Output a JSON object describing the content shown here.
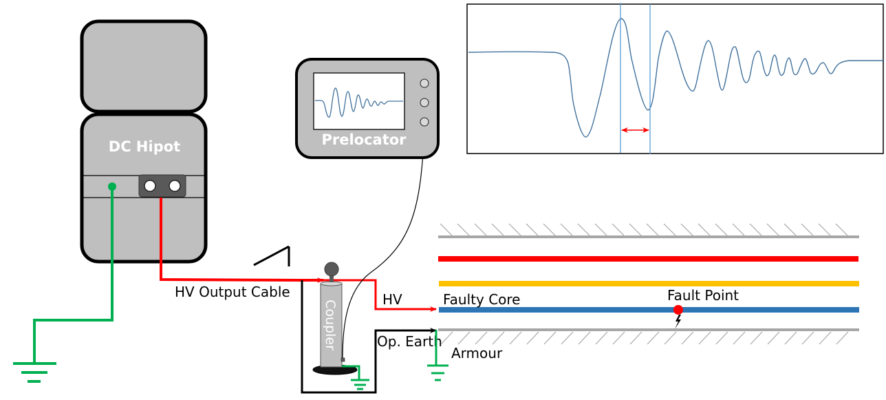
{
  "diagram": {
    "title": "DC Hipot fault prelocation setup (impulse current method)",
    "devices": {
      "hipot": {
        "label": "DC Hipot"
      },
      "prelocator": {
        "label": "Prelocator"
      },
      "coupler": {
        "label": "Coupler"
      }
    },
    "labels": {
      "hv_output_cable": "HV Output Cable",
      "hv": "HV",
      "op_earth": "Op. Earth",
      "faulty_core": "Faulty Core",
      "fault_point": "Fault Point",
      "armour": "Armour"
    },
    "cable_cores": [
      {
        "name": "core-red",
        "color": "#FF0000"
      },
      {
        "name": "core-yellow",
        "color": "#FFC000"
      },
      {
        "name": "core-blue-faulty",
        "color": "#2E75B6"
      }
    ],
    "colors": {
      "hv_wire": "#FF0000",
      "earth_wire": "#00B050",
      "device_body": "#BFBFBF",
      "device_panel": "#595959",
      "armour_line": "#A6A6A6",
      "waveform": "#41719C",
      "cursor": "#5B9BD5",
      "fault_dot": "#FF0000"
    },
    "waveform_panel": {
      "description": "Reflected pulse trace with two cursors and a time-difference arrow",
      "cursor_count": 2
    }
  }
}
